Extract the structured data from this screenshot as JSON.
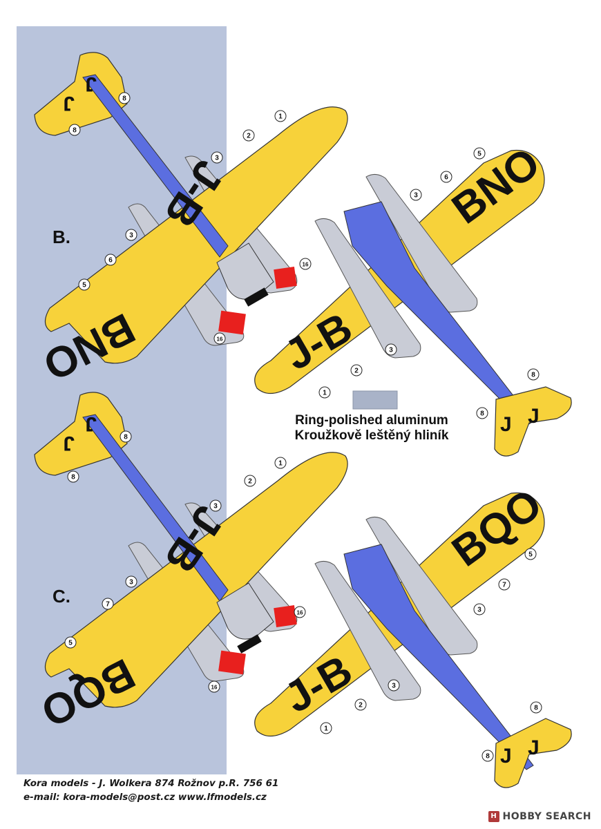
{
  "variants": [
    {
      "letter": "B.",
      "registration": "J-BBNO",
      "top_wing_text": "J-B BNO",
      "upper_wing_part1": "J-B",
      "upper_wing_part2": "BNO",
      "lower_wing_part1": "J-B",
      "lower_wing_part2": "BNO"
    },
    {
      "letter": "C.",
      "registration": "J-BBQO",
      "upper_wing_part1": "J-B",
      "upper_wing_part2": "BQO",
      "lower_wing_part1": "J-B",
      "lower_wing_part2": "BQO"
    }
  ],
  "tail_code": "J",
  "callouts": {
    "b_top": [
      "8",
      "8",
      "1",
      "2",
      "3",
      "3",
      "6",
      "5",
      "16",
      "16"
    ],
    "b_bottom": [
      "5",
      "6",
      "3",
      "1",
      "2",
      "3",
      "8",
      "8",
      "16"
    ],
    "c_top": [
      "8",
      "8",
      "1",
      "2",
      "3",
      "3",
      "7",
      "5",
      "16",
      "16"
    ],
    "c_bottom": [
      "5",
      "7",
      "3",
      "3",
      "2",
      "1",
      "8",
      "8"
    ]
  },
  "swatch": {
    "label_en": "Ring-polished aluminum",
    "label_cz": "Kroužkově leštěný hliník"
  },
  "footer": {
    "line1": "Kora models -  J. Wolkera 874 Rožnov p.R. 756 61",
    "line2": "e-mail: kora-models@post.cz    www.lfmodels.cz"
  },
  "watermark": {
    "badge": "H",
    "text": "HOBBY SEARCH"
  },
  "colors": {
    "wing_yellow": "#f7d23a",
    "fuselage_blue": "#5b6ee0",
    "panel_bg": "#b9c4dc",
    "float_gray": "#c9ccd6",
    "red": "#e8201e",
    "ink": "#111111"
  }
}
